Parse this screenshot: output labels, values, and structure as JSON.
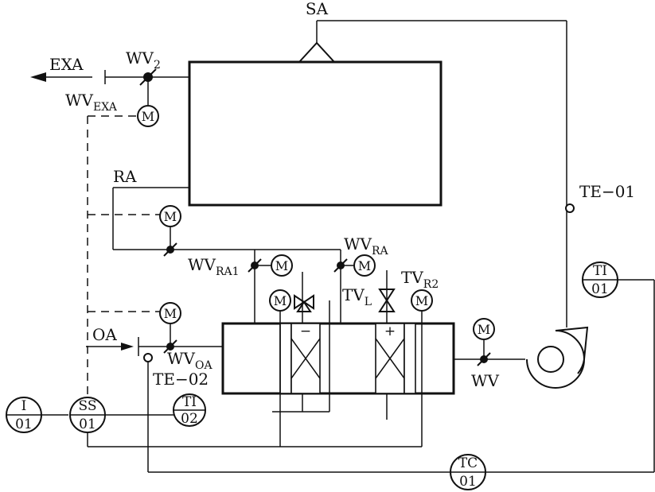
{
  "labels": {
    "sa": "SA",
    "exa": "EXA",
    "ra": "RA",
    "oa": "OA",
    "wv": "WV",
    "te01": "TE−01",
    "te02": "TE−02",
    "wv2": "WV",
    "wv2_sub": "2",
    "wvexa": "WV",
    "wvexa_sub": "EXA",
    "wvra1": "WV",
    "wvra1_sub": "RA1",
    "wvra": "WV",
    "wvra_sub": "RA",
    "tvl": "TV",
    "tvl_sub": "L",
    "tvr2": "TV",
    "tvr2_sub": "R2",
    "wvoa": "WV",
    "wvoa_sub": "OA"
  },
  "coils": {
    "heating_sign": "+",
    "cooling_sign": "−"
  },
  "motor_symbol": "M",
  "instruments": {
    "ti01": {
      "top": "TI",
      "bottom": "01"
    },
    "ti02": {
      "top": "TI",
      "bottom": "02"
    },
    "i01": {
      "top": "I",
      "bottom": "01"
    },
    "ss01": {
      "top": "SS",
      "bottom": "01"
    },
    "tc01": {
      "top": "TC",
      "bottom": "01"
    }
  }
}
